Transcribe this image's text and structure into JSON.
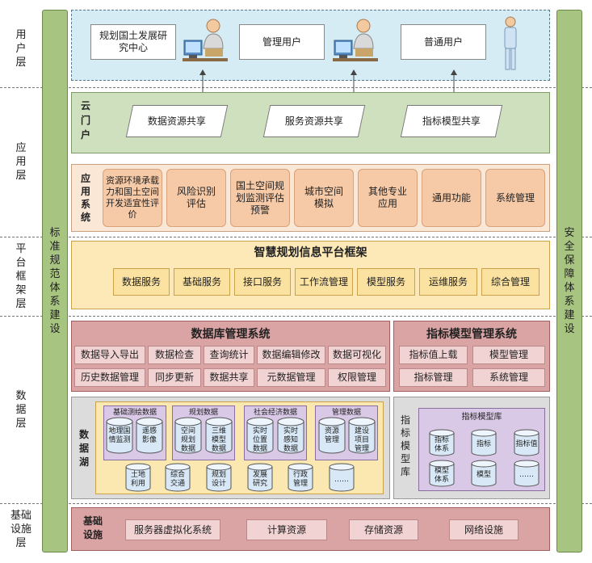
{
  "layers": {
    "user": "用户层",
    "application": "应用层",
    "platform": "平台框架层",
    "data": "数据层",
    "infrastructure": "基础设施层"
  },
  "left_bar": "标准规范体系建设",
  "right_bar": "安全保障体系建设",
  "users": {
    "items": [
      "规划国土发展研究中心",
      "管理用户",
      "普通用户"
    ]
  },
  "cloud_portal": {
    "label": "云门户",
    "items": [
      "数据资源共享",
      "服务资源共享",
      "指标模型共享"
    ]
  },
  "app_system": {
    "label": "应用系统",
    "items": [
      "资源环境承载力和国土空间开发适宜性评价",
      "风险识别评估",
      "国土空间规划监测评估预警",
      "城市空间模拟",
      "其他专业应用",
      "通用功能",
      "系统管理"
    ]
  },
  "platform": {
    "title": "智慧规划信息平台框架",
    "items": [
      "数据服务",
      "基础服务",
      "接口服务",
      "工作流管理",
      "模型服务",
      "运维服务",
      "综合管理"
    ]
  },
  "db_mgmt": {
    "title": "数据库管理系统",
    "row1": [
      "数据导入导出",
      "数据检查",
      "查询统计",
      "数据编辑修改",
      "数据可视化"
    ],
    "row2": [
      "历史数据管理",
      "同步更新",
      "数据共享",
      "元数据管理",
      "权限管理"
    ]
  },
  "index_mgmt": {
    "title": "指标模型管理系统",
    "row1": [
      "指标值上载",
      "模型管理"
    ],
    "row2": [
      "指标管理",
      "系统管理"
    ]
  },
  "data_lake": {
    "label": "数据湖",
    "groups": [
      {
        "title": "基础测绘数据",
        "items": [
          "地理国情监测",
          "遥感影像"
        ]
      },
      {
        "title": "规划数据",
        "items": [
          "空间规划数据",
          "三维模型数据"
        ]
      },
      {
        "title": "社会经济数据",
        "items": [
          "实时位置数据",
          "实时感知数据"
        ]
      },
      {
        "title": "管理数据",
        "items": [
          "资源管理",
          "建设项目管理"
        ]
      }
    ],
    "bottom": [
      "土地利用",
      "综合交通",
      "规划设计",
      "发展研究",
      "行政管理",
      "……"
    ]
  },
  "index_lib": {
    "label": "指标模型库",
    "title": "指标模型库",
    "items": [
      "指标体系",
      "指标",
      "指标值",
      "模型体系",
      "模型",
      "……"
    ]
  },
  "infra": {
    "label": "基础设施",
    "items": [
      "服务器虚拟化系统",
      "计算资源",
      "存储资源",
      "网络设施"
    ]
  }
}
